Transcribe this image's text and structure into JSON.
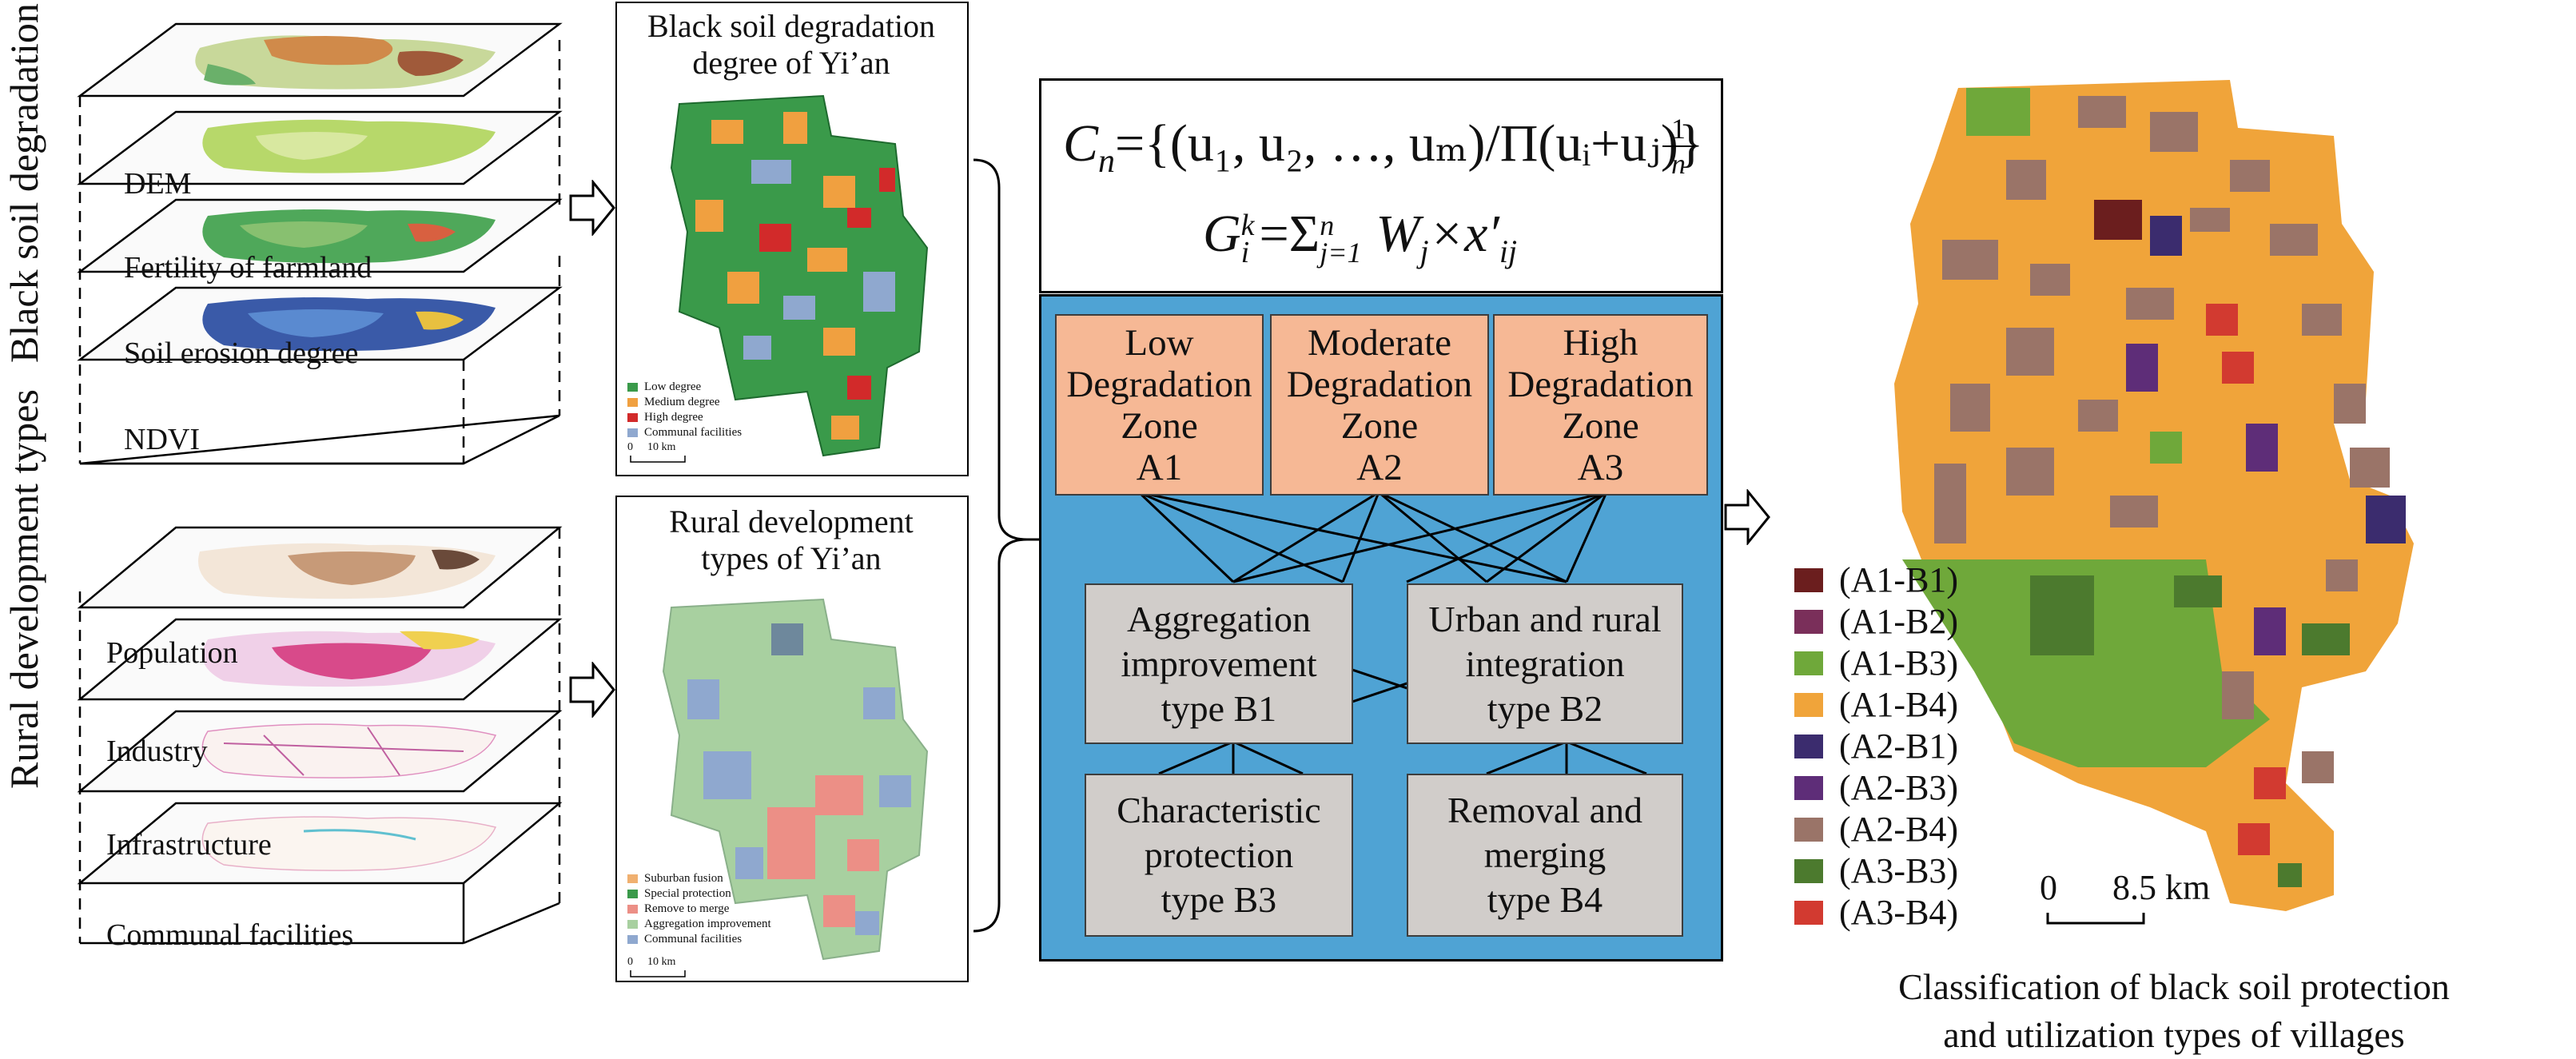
{
  "left": {
    "group1_label": "Black soil degradation state",
    "group2_label": "Rural development types",
    "layers_top": [
      "DEM",
      "Fertility of farmland",
      "Soil erosion degree",
      "NDVI"
    ],
    "layers_bottom": [
      "Population",
      "Industry",
      "Infrastructure",
      "Communal facilities"
    ]
  },
  "panel1": {
    "title_line1": "Black soil degradation",
    "title_line2": "degree of Yi’an",
    "legend": [
      {
        "label": "Low degree",
        "color": "#3a9a4a"
      },
      {
        "label": "Medium degree",
        "color": "#f0a040"
      },
      {
        "label": "High degree",
        "color": "#d22a2a"
      },
      {
        "label": "Communal facilities",
        "color": "#8fa8cf"
      }
    ],
    "scale": {
      "left": "0",
      "right": "10 km"
    }
  },
  "panel2": {
    "title_line1": "Rural development",
    "title_line2": "types of Yi’an",
    "legend": [
      {
        "label": "Suburban fusion",
        "color": "#f0b070"
      },
      {
        "label": "Special protection",
        "color": "#3a9a4a"
      },
      {
        "label": "Remove to merge",
        "color": "#ec8f86"
      },
      {
        "label": "Aggregation improvement",
        "color": "#a8d0a0"
      },
      {
        "label": "Communal facilities",
        "color": "#8fa8cf"
      }
    ],
    "scale": {
      "left": "0",
      "right": "10 km"
    }
  },
  "center": {
    "formula1": {
      "lhs_var": "C",
      "lhs_sub": "n",
      "body": "={(u₁, u₂, …, uₘ)/Π(uᵢ+uⱼ)}",
      "exp_num": "1",
      "exp_den": "n"
    },
    "formula2": {
      "lhs_var": "G",
      "lhs_sup": "k",
      "lhs_sub": "i",
      "eq": "=Σ",
      "sum_sup": "n",
      "sum_sub": "j=1",
      "term": "W",
      "term_sub": "j",
      "mult": "×x′",
      "x_sub": "ij"
    },
    "zones": [
      {
        "lines": [
          "Low",
          "Degradation",
          "Zone",
          "A1"
        ]
      },
      {
        "lines": [
          "Moderate",
          "Degradation",
          "Zone",
          "A2"
        ]
      },
      {
        "lines": [
          "High",
          "Degradation",
          "Zone",
          "A3"
        ]
      }
    ],
    "types": [
      {
        "lines": [
          "Aggregation",
          "improvement",
          "type B1"
        ]
      },
      {
        "lines": [
          "Urban and rural",
          "integration",
          "type B2"
        ]
      },
      {
        "lines": [
          "Characteristic",
          "protection",
          "type B3"
        ]
      },
      {
        "lines": [
          "Removal and",
          "merging",
          "type B4"
        ]
      }
    ],
    "colors": {
      "blue_bg": "#4fa3d4",
      "zone_fill": "#f6b895",
      "type_fill": "#d1cdca"
    }
  },
  "right": {
    "legend": [
      {
        "label": "(A1-B1)",
        "color": "#6b1e1e"
      },
      {
        "label": "(A1-B2)",
        "color": "#7a2f5a"
      },
      {
        "label": "(A1-B3)",
        "color": "#6fa83a"
      },
      {
        "label": "(A1-B4)",
        "color": "#f0a43a"
      },
      {
        "label": "(A2-B1)",
        "color": "#3b2c6e"
      },
      {
        "label": "(A2-B3)",
        "color": "#5e2d78"
      },
      {
        "label": "(A2-B4)",
        "color": "#9a7468"
      },
      {
        "label": "(A3-B3)",
        "color": "#4c7a2e"
      },
      {
        "label": "(A3-B4)",
        "color": "#d23a30"
      }
    ],
    "scale": {
      "left": "0",
      "right": "8.5 km"
    },
    "caption_line1": "Classification of black soil protection",
    "caption_line2": "and utilization types of villages"
  }
}
